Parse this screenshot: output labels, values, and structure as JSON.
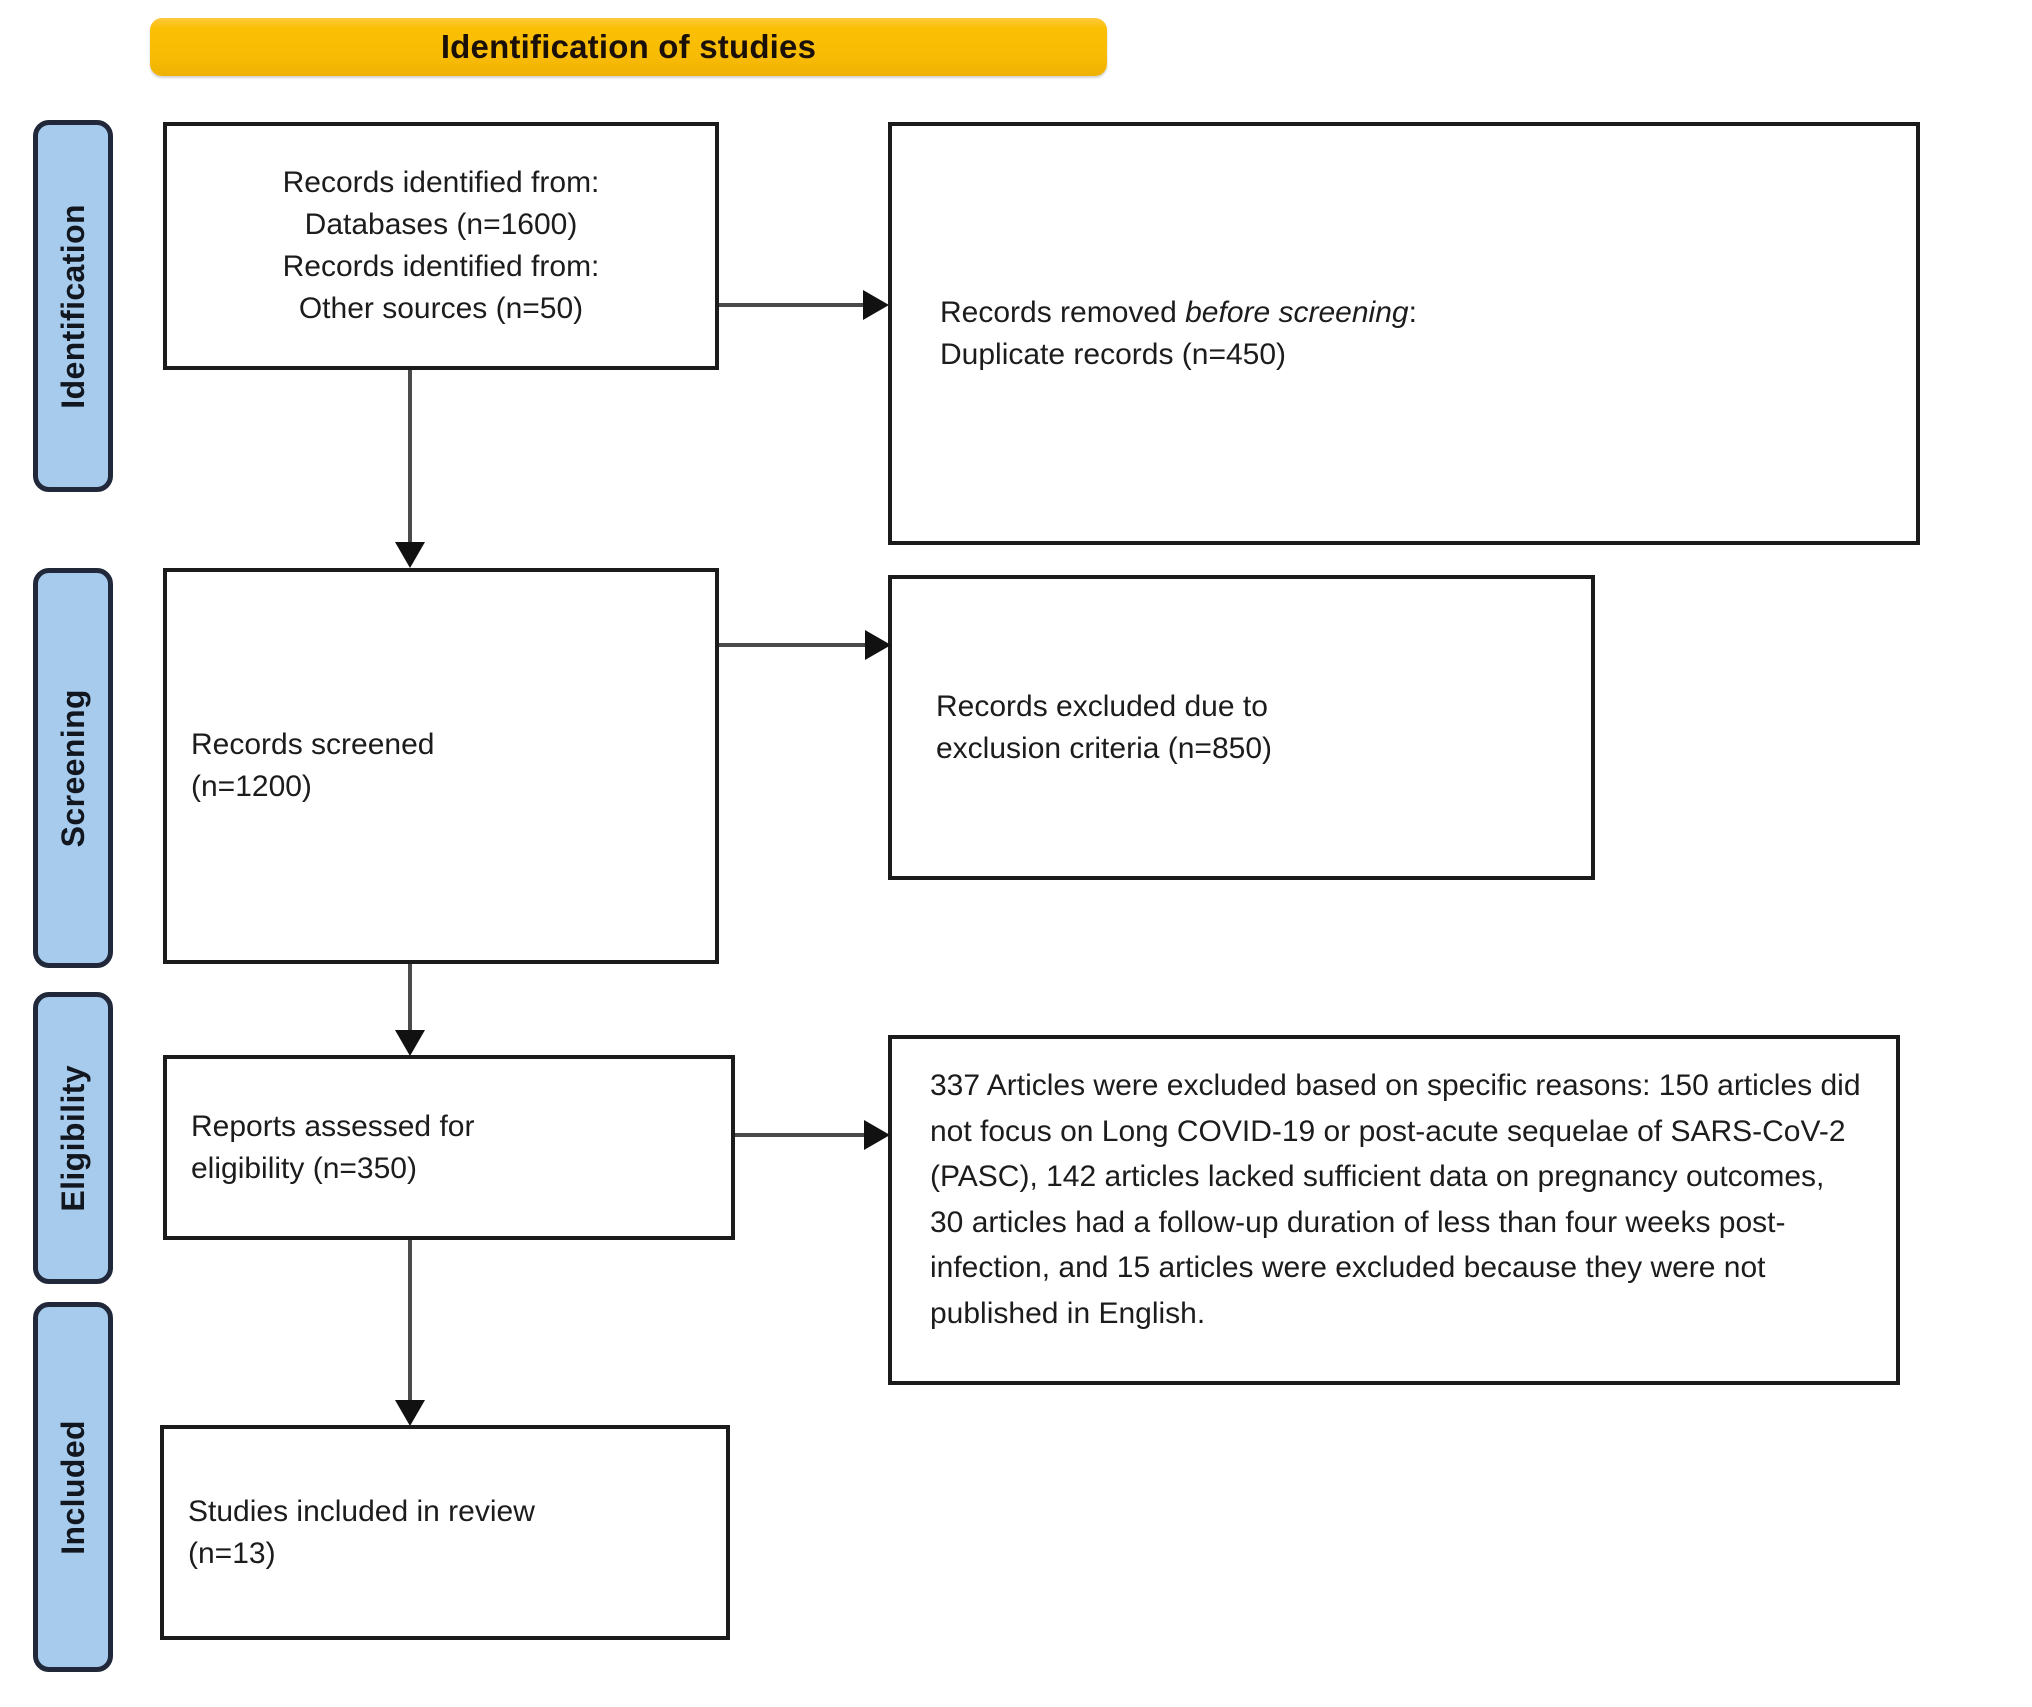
{
  "header": {
    "title": "Identification of studies"
  },
  "stages": [
    {
      "id": "identification",
      "label": "Identification"
    },
    {
      "id": "screening",
      "label": "Screening"
    },
    {
      "id": "eligibility",
      "label": "Eligibility"
    },
    {
      "id": "included",
      "label": "Included"
    }
  ],
  "boxes": {
    "records_identified": {
      "text": "Records identified from:\nDatabases (n=1600)\nRecords identified from:\nOther sources (n=50)"
    },
    "records_removed": {
      "lead": "Records removed ",
      "emphasis": "before screening",
      "trail": ":\n  Duplicate records (n=450)"
    },
    "records_screened": {
      "text": "Records screened\n(n=1200)"
    },
    "records_excluded": {
      "text": "Records excluded due to\nexclusion criteria (n=850)"
    },
    "reports_assessed": {
      "text": "Reports assessed for\neligibility (n=350)"
    },
    "exclusion_reasons": {
      "text": "337 Articles were excluded based on specific reasons: 150 articles did not focus on Long COVID-19 or post-acute sequelae of SARS-CoV-2 (PASC), 142 articles lacked sufficient data on pregnancy outcomes, 30 articles had a follow-up duration of less than four weeks post-infection, and 15 articles were excluded because they were not published in English."
    },
    "studies_included": {
      "text": "Studies included in review\n(n=13)"
    }
  },
  "chart_data": {
    "type": "diagram",
    "title": "Identification of studies",
    "diagram_kind": "PRISMA flow diagram",
    "stages": [
      "Identification",
      "Screening",
      "Eligibility",
      "Included"
    ],
    "nodes": [
      {
        "id": "records_identified",
        "stage": "Identification",
        "label": "Records identified from: Databases (n=1600); Records identified from: Other sources (n=50)",
        "counts": {
          "databases": 1600,
          "other_sources": 50
        }
      },
      {
        "id": "records_removed",
        "stage": "Identification",
        "label": "Records removed before screening: Duplicate records (n=450)",
        "counts": {
          "duplicate_records": 450
        }
      },
      {
        "id": "records_screened",
        "stage": "Screening",
        "label": "Records screened (n=1200)",
        "counts": {
          "screened": 1200
        }
      },
      {
        "id": "records_excluded",
        "stage": "Screening",
        "label": "Records excluded due to exclusion criteria (n=850)",
        "counts": {
          "excluded": 850
        }
      },
      {
        "id": "reports_assessed",
        "stage": "Eligibility",
        "label": "Reports assessed for eligibility (n=350)",
        "counts": {
          "assessed": 350
        }
      },
      {
        "id": "exclusion_reasons",
        "stage": "Eligibility",
        "label": "337 Articles were excluded based on specific reasons",
        "counts": {
          "total_excluded": 337,
          "not_long_covid_focus": 150,
          "insufficient_pregnancy_data": 142,
          "followup_under_four_weeks": 30,
          "not_english": 15
        }
      },
      {
        "id": "studies_included",
        "stage": "Included",
        "label": "Studies included in review (n=13)",
        "counts": {
          "included": 13
        }
      }
    ],
    "edges": [
      {
        "from": "records_identified",
        "to": "records_removed",
        "direction": "right"
      },
      {
        "from": "records_identified",
        "to": "records_screened",
        "direction": "down"
      },
      {
        "from": "records_screened",
        "to": "records_excluded",
        "direction": "right"
      },
      {
        "from": "records_screened",
        "to": "reports_assessed",
        "direction": "down"
      },
      {
        "from": "reports_assessed",
        "to": "exclusion_reasons",
        "direction": "right"
      },
      {
        "from": "reports_assessed",
        "to": "studies_included",
        "direction": "down"
      }
    ]
  },
  "colors": {
    "banner": "#F9BC05",
    "stage_pill_fill": "#A6CBEC",
    "stage_pill_border": "#20283A",
    "box_border": "#1b1b1b",
    "text": "#1c1c1c"
  }
}
